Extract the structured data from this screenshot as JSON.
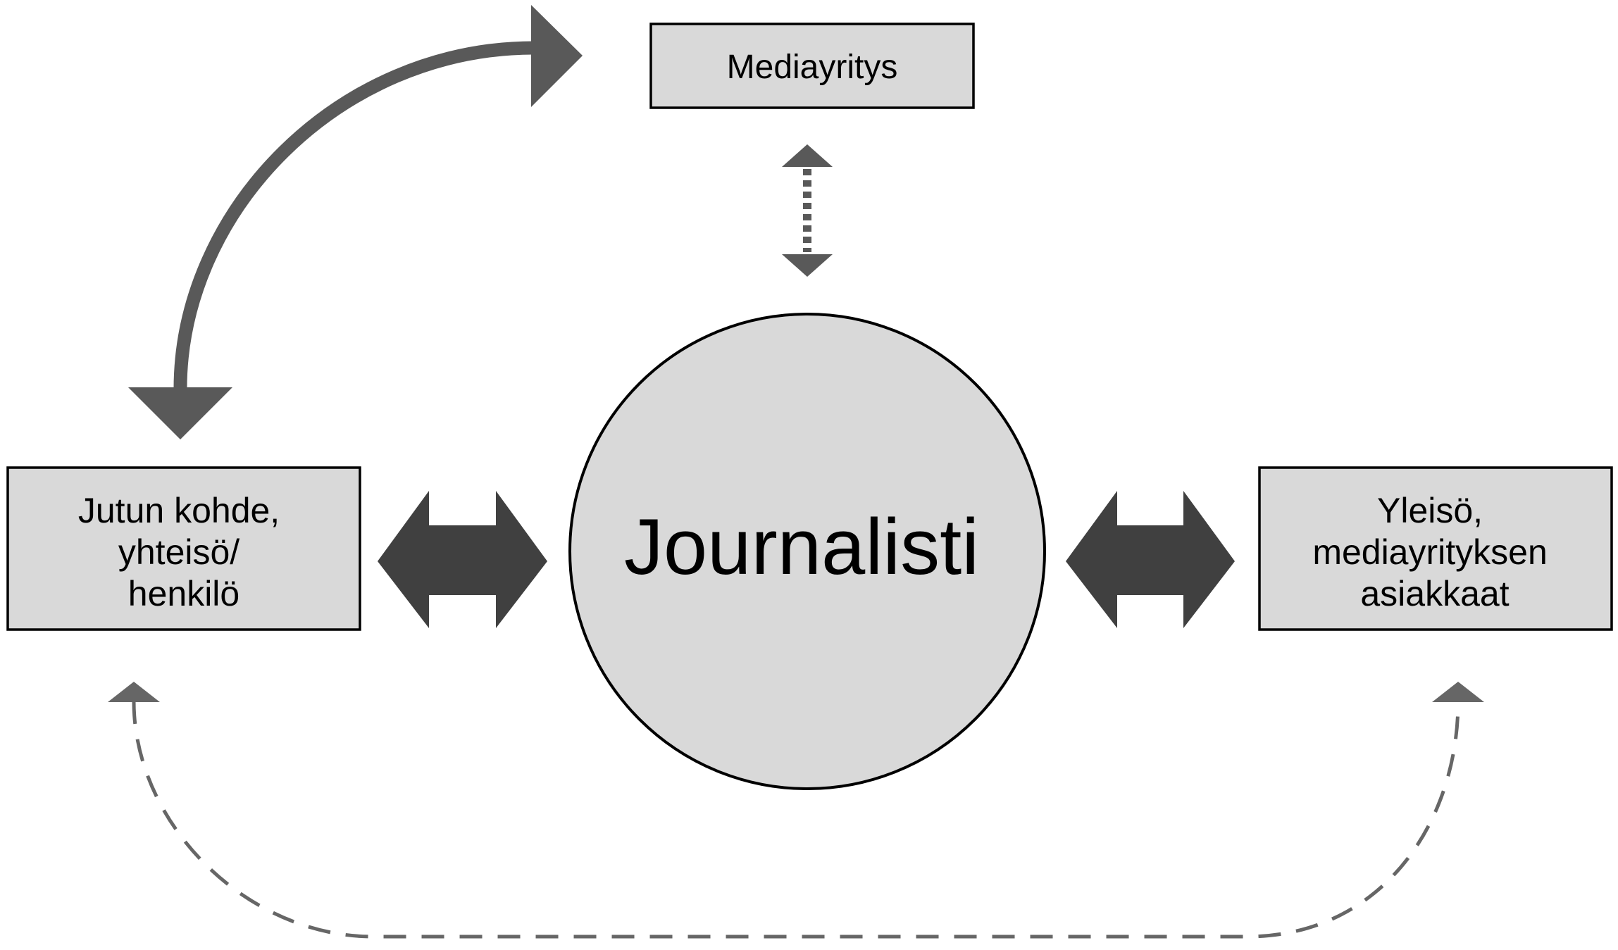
{
  "nodes": {
    "media_company": {
      "label": "Mediayritys"
    },
    "journalist": {
      "label": "Journalisti"
    },
    "subject": {
      "lines": [
        "Jutun kohde,",
        "yhteisö/",
        "henkilö"
      ]
    },
    "audience": {
      "lines": [
        "Yleisö,",
        "mediayrityksen",
        "asiakkaat"
      ]
    }
  },
  "colors": {
    "box_fill": "#d9d9d9",
    "outline": "#000000",
    "arrow_dark": "#404040",
    "arrow_mid": "#595959",
    "arrow_dashed": "#666666",
    "background": "#ffffff"
  }
}
